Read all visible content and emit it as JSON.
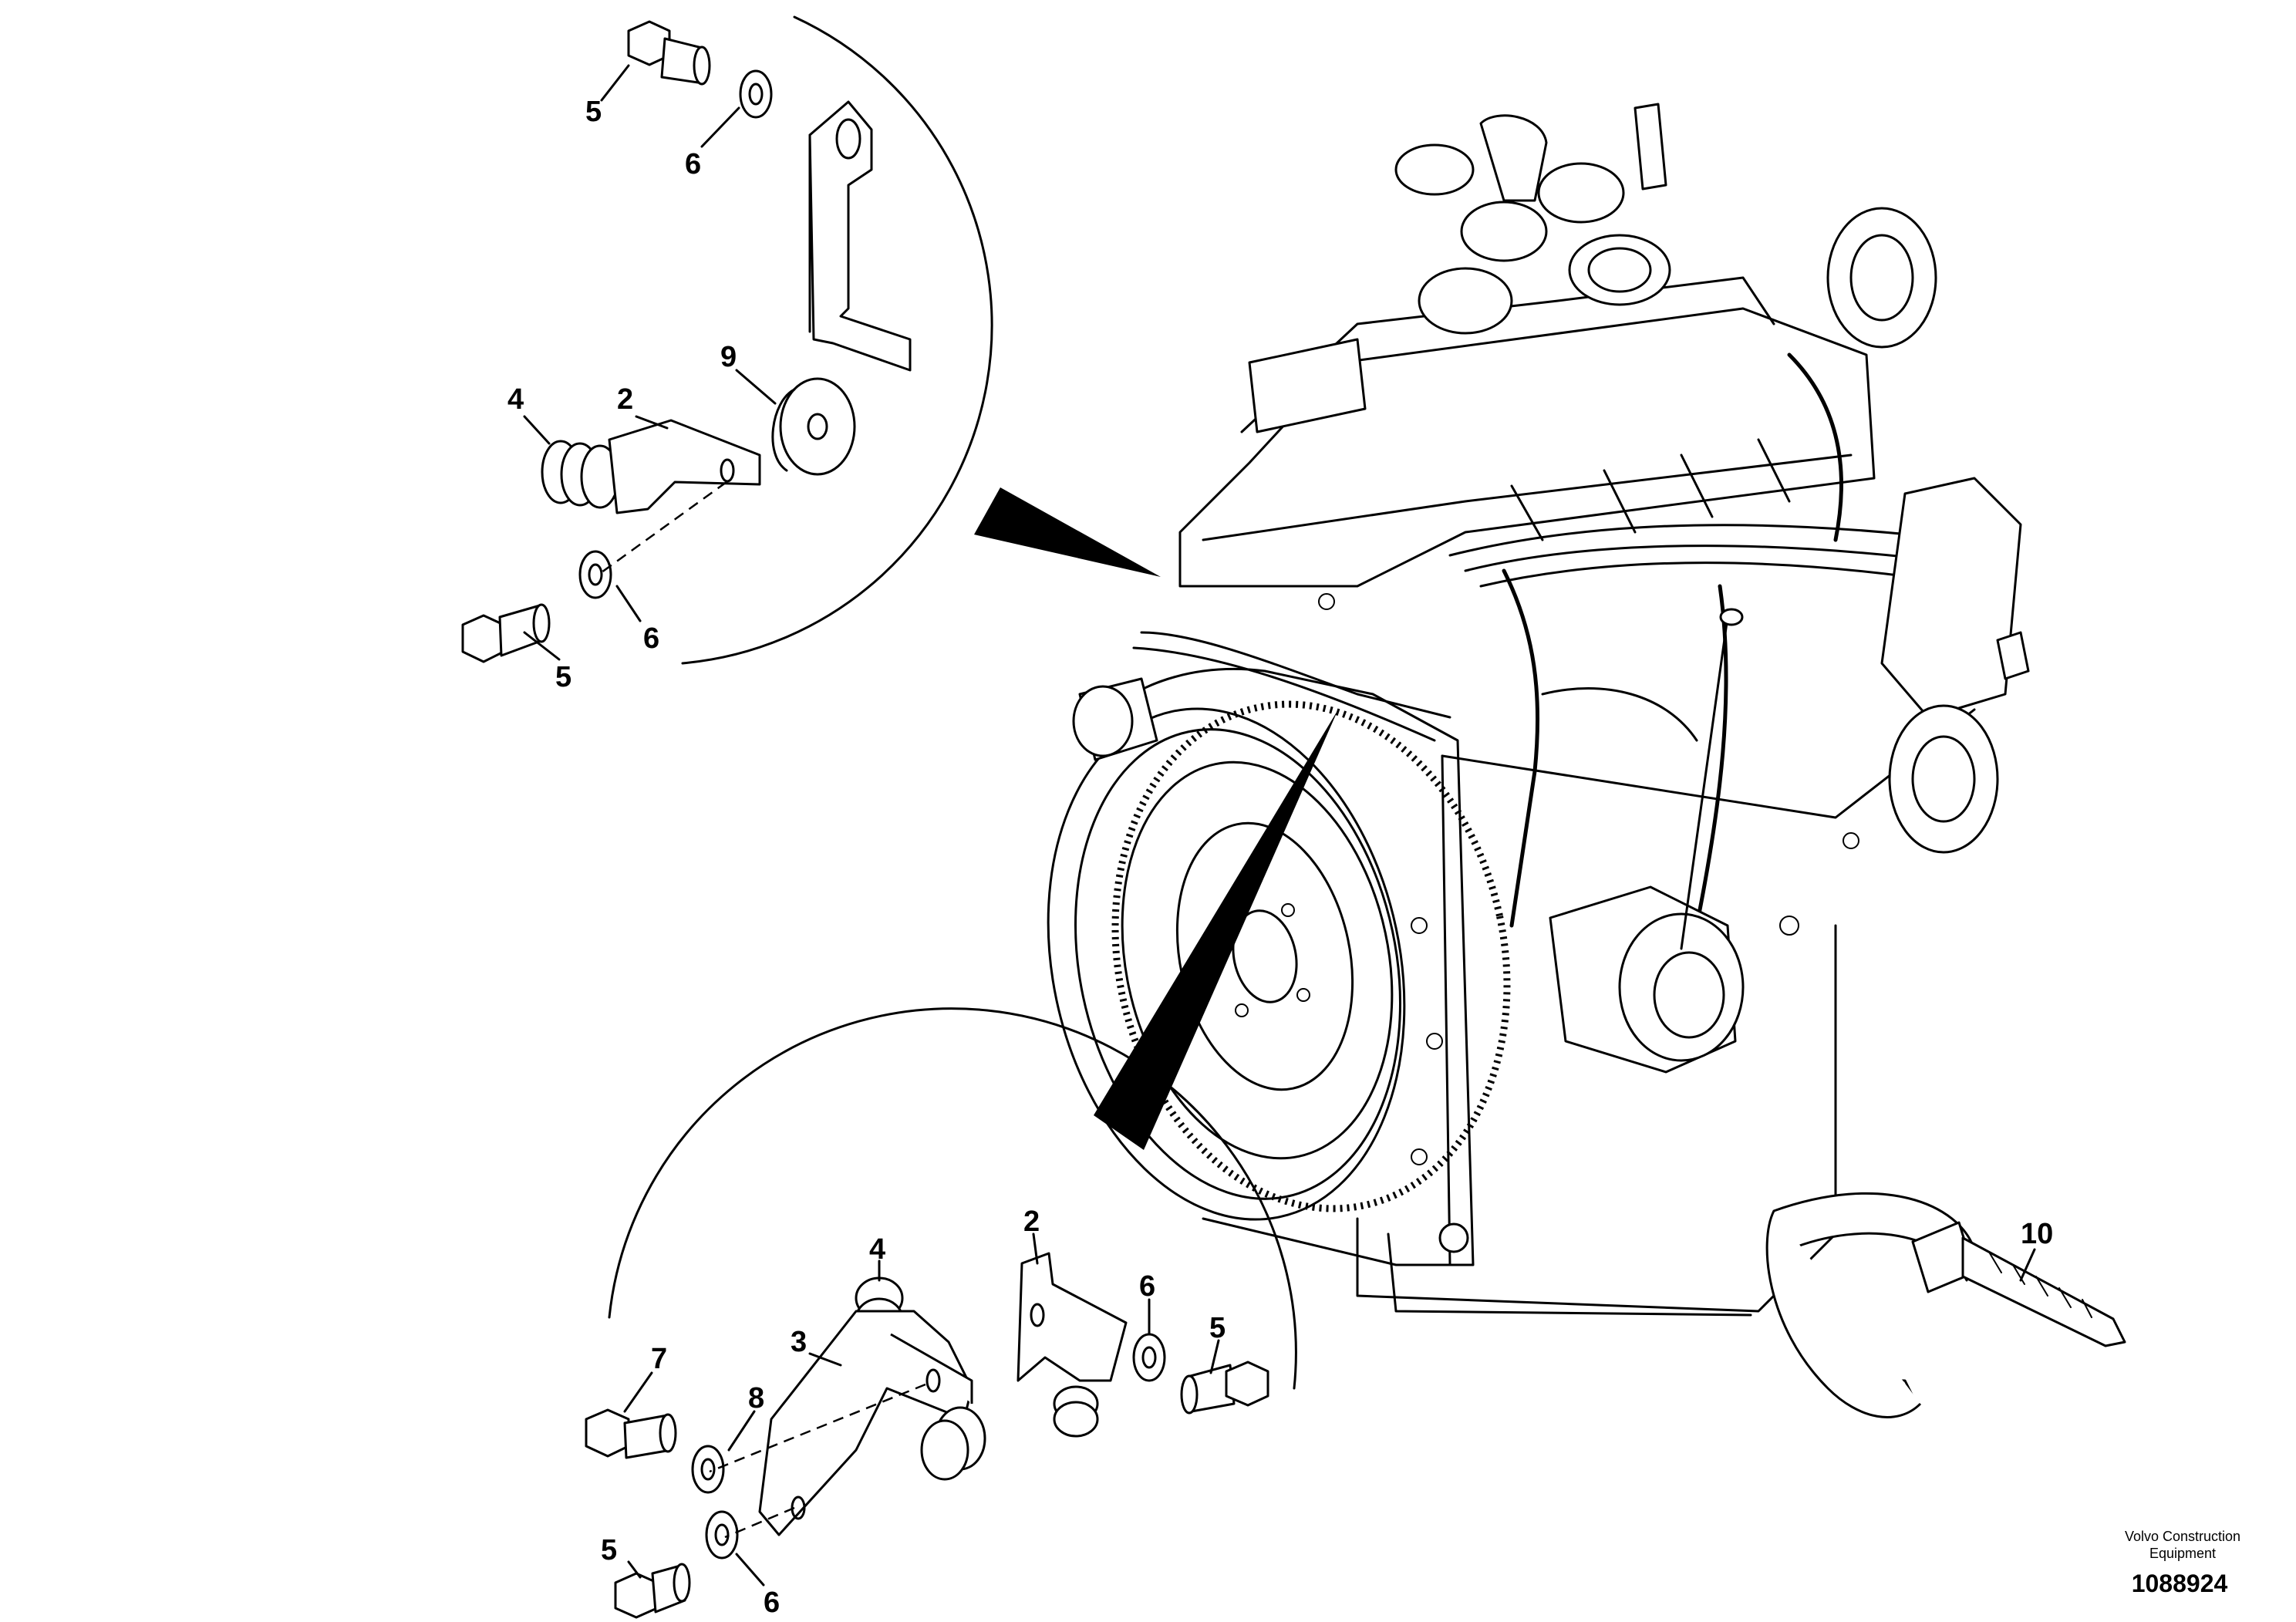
{
  "callouts": {
    "top_detail": [
      "5",
      "6",
      "9",
      "4",
      "2",
      "6",
      "5"
    ],
    "bottom_detail": [
      "2",
      "4",
      "6",
      "5",
      "7",
      "3",
      "8",
      "5",
      "6"
    ],
    "cable_tie": "10"
  },
  "footer": {
    "brand_line1": "Volvo Construction",
    "brand_line2": "Equipment",
    "reference_number": "1088924"
  }
}
